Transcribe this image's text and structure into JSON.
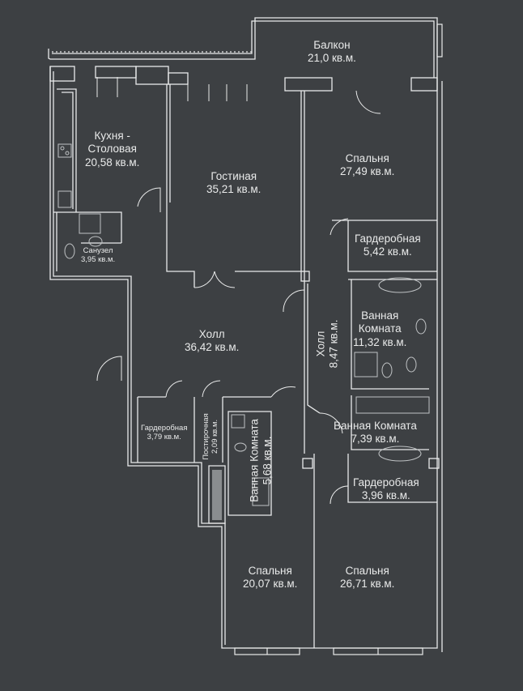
{
  "rooms": {
    "balcony": {
      "name": "Балкон",
      "area": "21,0 кв.м."
    },
    "kitchen": {
      "name1": "Кухня -",
      "name2": "Столовая",
      "area": "20,58 кв.м."
    },
    "toilet": {
      "name": "Санузел",
      "area": "3,95 кв.м."
    },
    "living": {
      "name": "Гостиная",
      "area": "35,21 кв.м."
    },
    "bedroom1": {
      "name": "Спальня",
      "area": "27,49 кв.м."
    },
    "wardrobe1": {
      "name": "Гардеробная",
      "area": "5,42 кв.м."
    },
    "bath1": {
      "name1": "Ванная",
      "name2": "Комната",
      "area": "11,32 кв.м."
    },
    "hall1": {
      "name": "Холл",
      "area": "36,42 кв.м."
    },
    "hall2": {
      "name": "Холл",
      "area": "8,47 кв.м."
    },
    "bath2": {
      "name": "Ванная Комната",
      "area": "7,39 кв.м."
    },
    "wardrobe2": {
      "name": "Гардеробная",
      "area": "3,96 кв.м."
    },
    "wardrobe3": {
      "name": "Гардеробная",
      "area": "3,79 кв.м."
    },
    "laundry": {
      "name": "Постирочная",
      "area": "2,09 кв.м."
    },
    "bath3": {
      "name": "Ванная Комната",
      "area": "5,68 кв.м."
    },
    "bedroom2": {
      "name": "Спальня",
      "area": "20,07 кв.м."
    },
    "bedroom3": {
      "name": "Спальня",
      "area": "26,71 кв.м."
    }
  },
  "colors": {
    "background": "#3d4043",
    "lines": "#e9eaea",
    "fixtures": "#bfc2c4"
  }
}
